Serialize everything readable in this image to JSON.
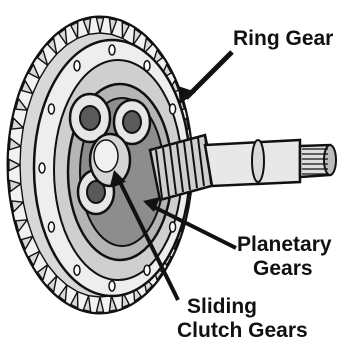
{
  "labels": {
    "ring_gear": "Ring Gear",
    "planetary_gears": [
      "Planetary",
      "Gears"
    ],
    "sliding_clutch_gears": [
      "Sliding",
      "Clutch Gears"
    ]
  },
  "colors": {
    "ink": "#111111",
    "paper": "#ffffff",
    "metal_light": "#e6e6e6",
    "metal_mid": "#bdbdbd",
    "metal_dark": "#6f6f6f"
  }
}
